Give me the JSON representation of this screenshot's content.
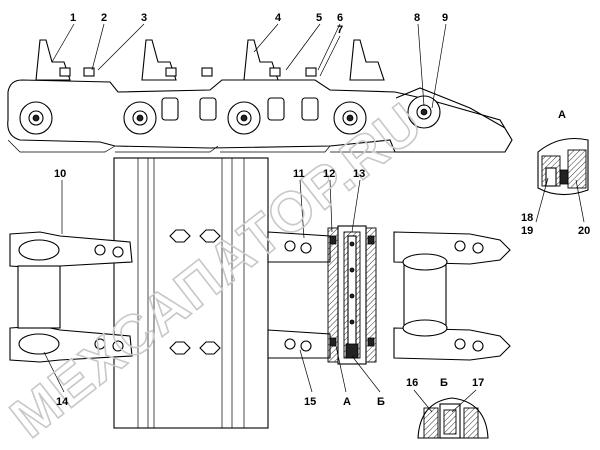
{
  "watermark": "МЕХСАПАТОР.RU",
  "callouts": {
    "n1": "1",
    "n2": "2",
    "n3": "3",
    "n4": "4",
    "n5": "5",
    "n6": "6",
    "n7": "7",
    "n8": "8",
    "n9": "9",
    "n10": "10",
    "n11": "11",
    "n12": "12",
    "n13": "13",
    "n14": "14",
    "n15": "15",
    "n16": "16",
    "n17": "17",
    "n18": "18",
    "n19": "19",
    "n20": "20"
  },
  "section_labels": {
    "a_detail": "А",
    "a_cut": "А",
    "b_cut": "Б",
    "b_detail": "Б"
  }
}
